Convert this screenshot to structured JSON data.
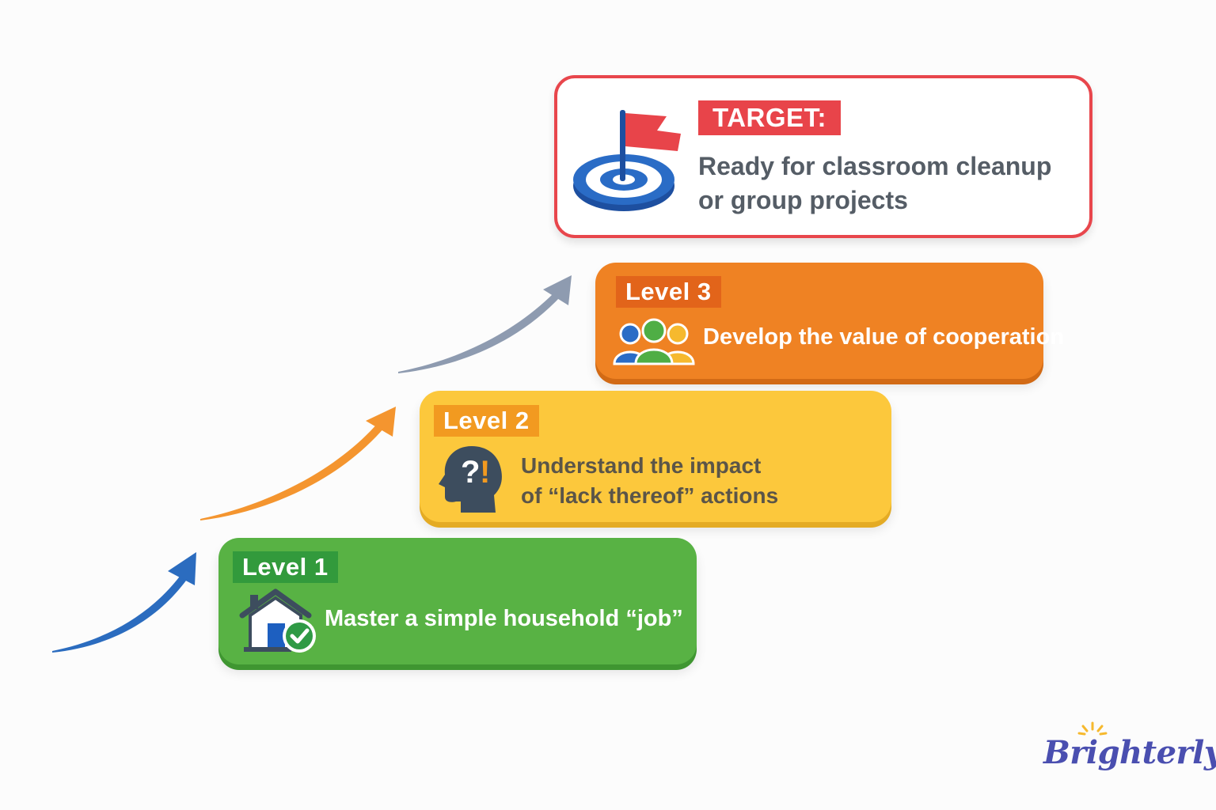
{
  "target": {
    "badge": "TARGET:",
    "line1": "Ready for classroom cleanup",
    "line2": "or group projects",
    "icon": "target-flag-icon",
    "color": "#e8444a"
  },
  "levels": [
    {
      "badge": "Level 1",
      "line1": "Master a simple household “job”",
      "icon": "house-check-icon",
      "color": "#58b244"
    },
    {
      "badge": "Level 2",
      "line1": "Understand the impact",
      "line2": "of “lack thereof” actions",
      "icon": "head-question-icon",
      "color": "#fcc83c"
    },
    {
      "badge": "Level 3",
      "line1": "Develop the value of cooperation",
      "icon": "team-people-icon",
      "color": "#ef8223"
    }
  ],
  "arrows": [
    {
      "name": "arrow-to-level-1",
      "color": "#2b6cbf"
    },
    {
      "name": "arrow-to-level-2",
      "color": "#f4952f"
    },
    {
      "name": "arrow-to-level-3",
      "color": "#8e9bb0"
    }
  ],
  "brand": {
    "name": "Brighterly",
    "color": "#4a4fb0"
  }
}
